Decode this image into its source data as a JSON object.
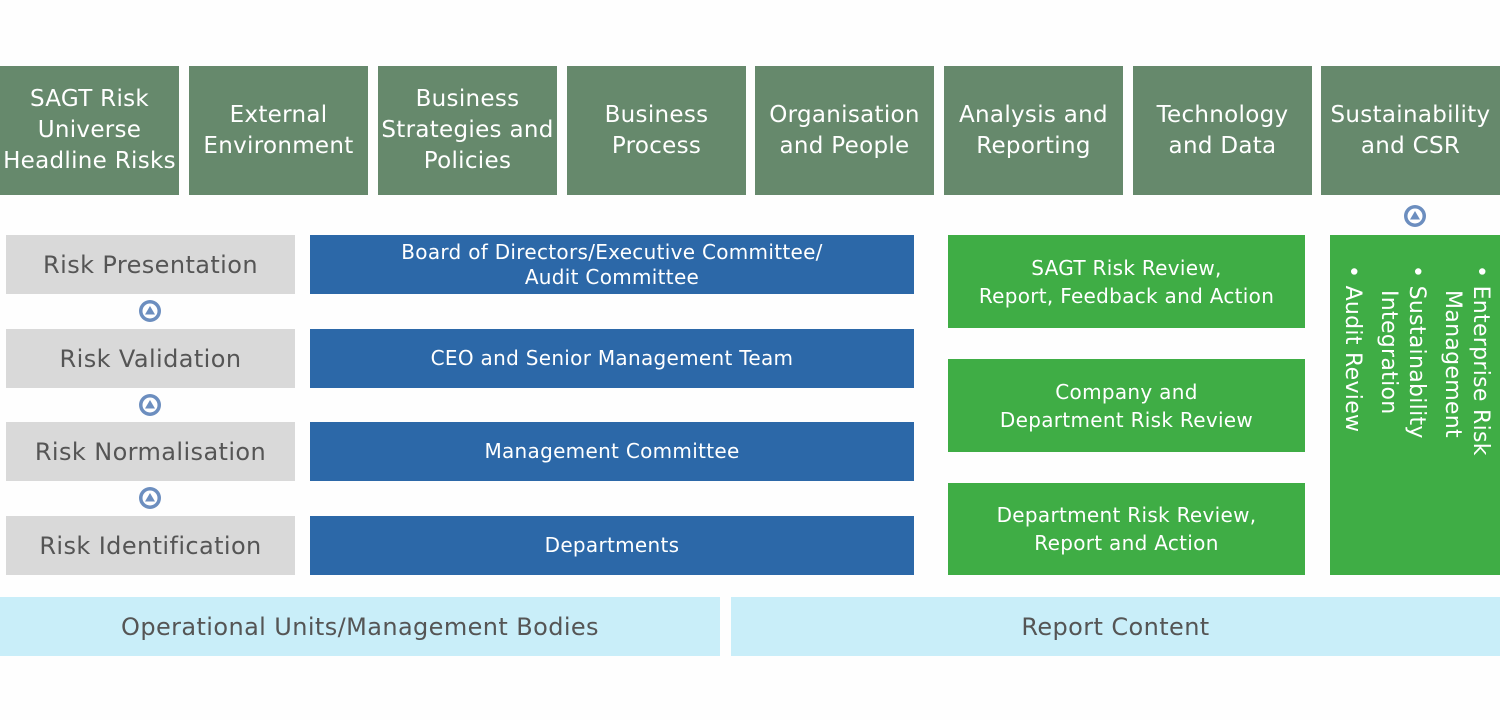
{
  "headers": [
    {
      "line1": "SAGT Risk",
      "line2": "Universe",
      "line3": "Headline Risks"
    },
    {
      "line1": "External",
      "line2": "Environment"
    },
    {
      "line1": "Business",
      "line2": "Strategies and",
      "line3": "Policies"
    },
    {
      "line1": "Business",
      "line2": "Process"
    },
    {
      "line1": "Organisation",
      "line2": "and People"
    },
    {
      "line1": "Analysis and",
      "line2": "Reporting"
    },
    {
      "line1": "Technology",
      "line2": "and Data"
    },
    {
      "line1": "Sustainability",
      "line2": "and CSR"
    }
  ],
  "steps": [
    "Risk Presentation",
    "Risk Validation",
    "Risk Normalisation",
    "Risk Identification"
  ],
  "bodies": [
    {
      "line1": "Board of Directors/Executive Committee/",
      "line2": "Audit Committee"
    },
    {
      "line1": "CEO and Senior Management Team"
    },
    {
      "line1": "Management Committee"
    },
    {
      "line1": "Departments"
    }
  ],
  "reports": [
    {
      "line1": "SAGT Risk Review,",
      "line2": "Report, Feedback and Action"
    },
    {
      "line1": "Company and",
      "line2": "Department Risk Review"
    },
    {
      "line1": "Department Risk Review,",
      "line2": "Report and Action"
    }
  ],
  "side_items": [
    {
      "a": "• Enterprise Risk",
      "b": "Management"
    },
    {
      "a": "• Sustainability",
      "b": "Integration"
    },
    {
      "a": "• Audit Review"
    }
  ],
  "footer": {
    "left": "Operational Units/Management Bodies",
    "right": "Report Content"
  },
  "colors": {
    "header": "#66896c",
    "step": "#d9d9d9",
    "blue": "#2c68a8",
    "green": "#3fad45",
    "footer": "#c9eef9",
    "arrow": "#6c8ebf"
  }
}
